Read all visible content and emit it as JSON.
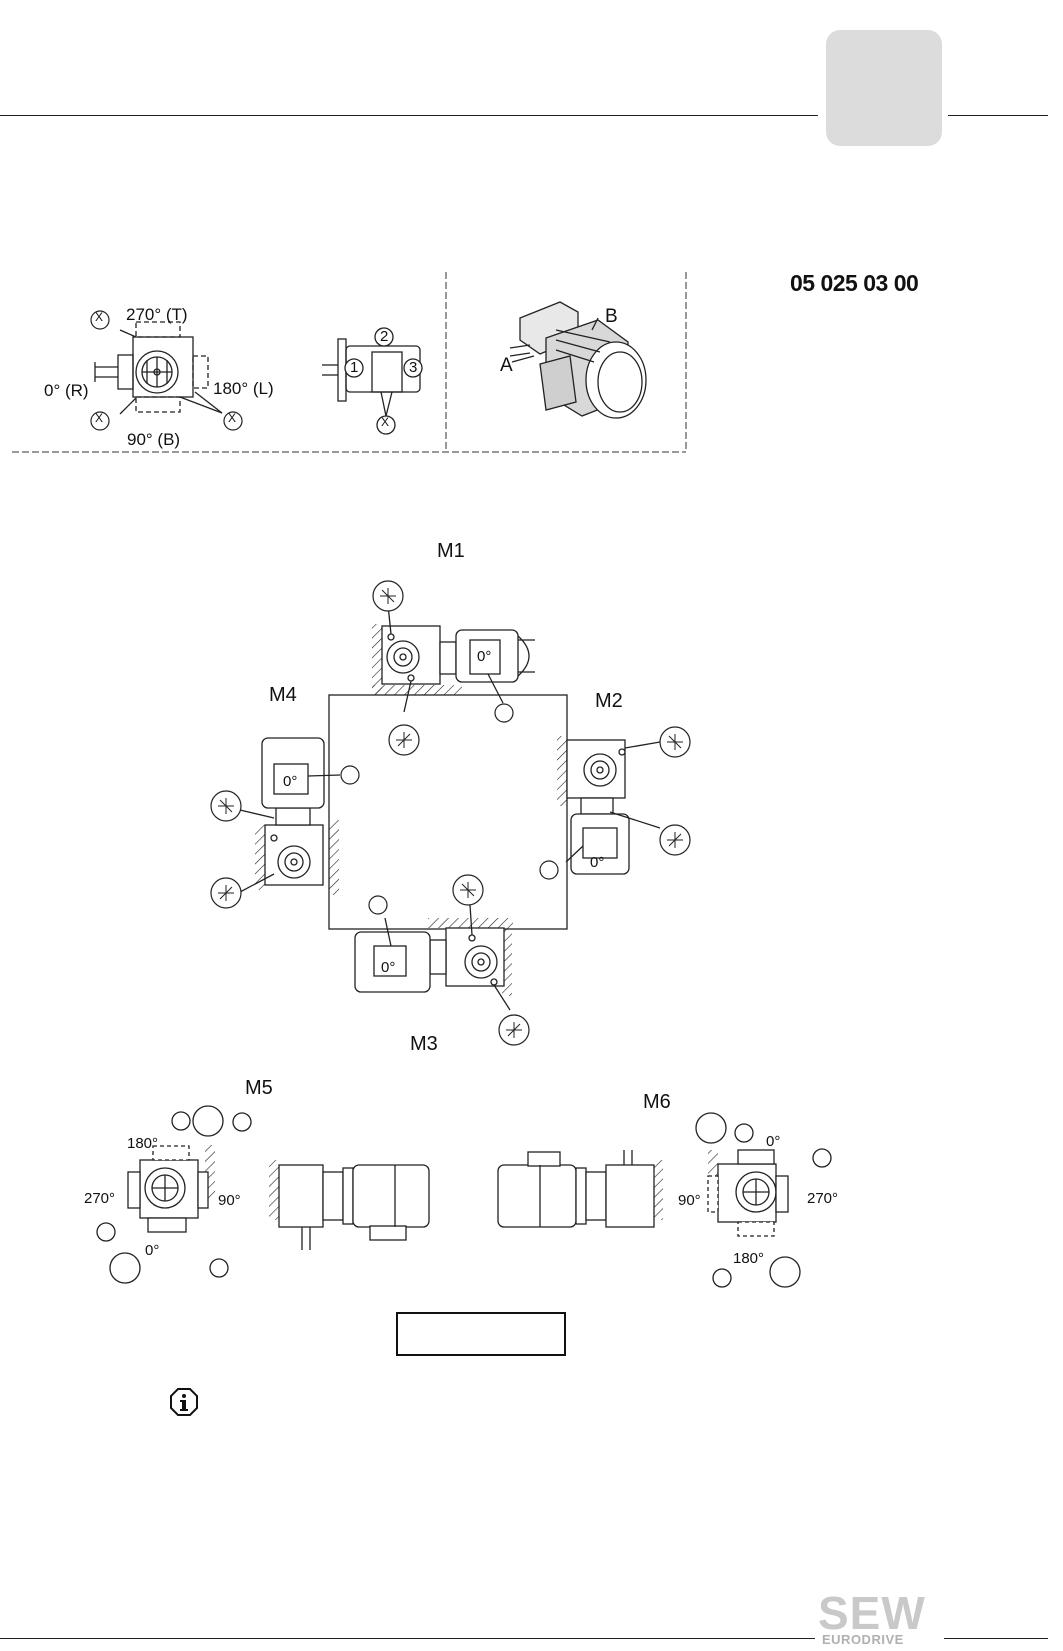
{
  "header": {
    "side_tab_label": ""
  },
  "drawing_code": "05 025 03 00",
  "overview": {
    "angles": {
      "top": "270° (T)",
      "left": "0° (R)",
      "right": "180° (L)",
      "bottom": "90° (B)"
    },
    "positions": [
      "1",
      "2",
      "3"
    ],
    "shaft_labels": {
      "a": "A",
      "b": "B"
    },
    "marker": "X"
  },
  "mounting_positions": {
    "m1": "M1",
    "m2": "M2",
    "m3": "M3",
    "m4": "M4",
    "m5": "M5",
    "m6": "M6",
    "motor_angle": "0°"
  },
  "m5_angles": {
    "top": "180°",
    "left": "270°",
    "right": "90°",
    "bottom": "0°"
  },
  "m6_angles": {
    "top": "0°",
    "left": "90°",
    "right": "270°",
    "bottom": "180°"
  },
  "footer_box_text": "",
  "logo": {
    "brand": "SEW",
    "sub": "EURODRIVE"
  }
}
